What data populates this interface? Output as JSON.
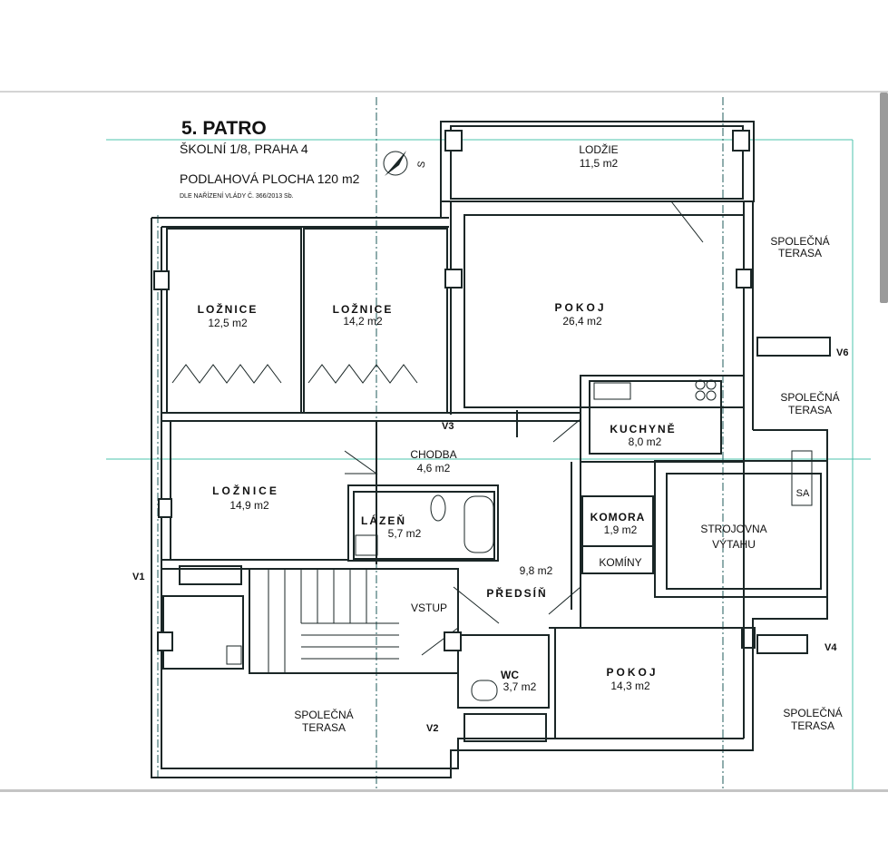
{
  "header": {
    "title": "5. PATRO",
    "address": "ŠKOLNÍ 1/8, PRAHA 4",
    "area": "PODLAHOVÁ PLOCHA 120 m2",
    "note": "DLE NAŘÍZENÍ VLÁDY Č. 366/2013 Sb.",
    "compass_letter": "S"
  },
  "rooms": {
    "lodzie": {
      "name": "LODŽIE",
      "area": "11,5 m2"
    },
    "loznice1": {
      "name": "LOŽNICE",
      "area": "12,5 m2"
    },
    "loznice2": {
      "name": "LOŽNICE",
      "area": "14,2 m2"
    },
    "pokoj1": {
      "name": "POKOJ",
      "area": "26,4 m2"
    },
    "kuchyne": {
      "name": "KUCHYNĚ",
      "area": "8,0 m2"
    },
    "chodba": {
      "name": "CHODBA",
      "area": "4,6 m2"
    },
    "loznice3": {
      "name": "LOŽNICE",
      "area": "14,9 m2"
    },
    "lazen": {
      "name": "LÁZEŇ",
      "area": "5,7 m2"
    },
    "komora": {
      "name": "KOMORA",
      "area": "1,9 m2"
    },
    "strojovna": {
      "name_line1": "STROJOVNA",
      "name_line2": "VÝTAHU"
    },
    "predsin": {
      "name": "PŘEDSÍŇ",
      "area": "9,8 m2"
    },
    "kominy": {
      "name": "KOMÍNY"
    },
    "vstup": {
      "name": "VSTUP"
    },
    "wc": {
      "name": "WC",
      "area": "3,7 m2"
    },
    "pokoj2": {
      "name": "POKOJ",
      "area": "14,3 m2"
    },
    "sa": {
      "name": "SA"
    }
  },
  "terraces": {
    "line1": "SPOLEČNÁ",
    "line2": "TERASA"
  },
  "markers": {
    "v1": "V1",
    "v2": "V2",
    "v3": "V3",
    "v4": "V4",
    "v6": "V6"
  },
  "colors": {
    "wall": "#1a2626",
    "guide": "#22b59a",
    "teal": "#1f5b5b"
  }
}
